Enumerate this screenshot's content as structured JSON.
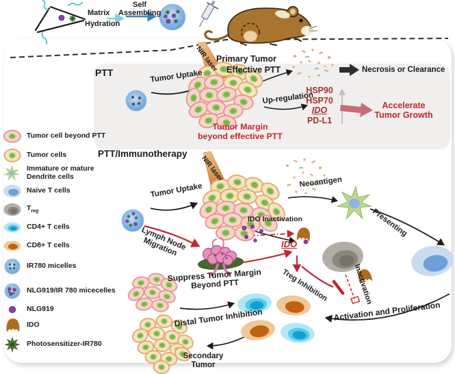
{
  "figure": {
    "type": "scientific-mechanism-diagram",
    "topic": "NLG919/IR780 micelle PTT and PTT/Immunotherapy"
  },
  "top": {
    "matrix": "Matrix",
    "hydration": "Hydration",
    "self": "Self",
    "assembling": "Assembling"
  },
  "ptt": {
    "title": "PTT",
    "tumor_uptake": "Tumor Uptake",
    "nir_laser": "NIR laser",
    "primary_tumor": "Primary Tumor",
    "effective_ptt": "Effective PTT",
    "necrosis": "Necrosis or Clearance",
    "up_regulation": "Up-regulation",
    "hsp90": "HSP90",
    "hsp70": "HSP70",
    "ido": "IDO",
    "pdl1": "PD-L1",
    "accelerate_1": "Accelerate",
    "accelerate_2": "Tumor Growth",
    "margin_1": "Tumor Margin",
    "margin_2": "beyond effective PTT"
  },
  "immuno": {
    "title": "PTT/Immunotherapy",
    "nir_laser": "NIR laser",
    "tumor_uptake": "Tumor Uptake",
    "neoantigen": "Neoantigen",
    "presenting": "Presenting",
    "ido_inactivation": "IDO Inactivation",
    "ido": "IDO",
    "lymph_1": "Lymph Node",
    "lymph_2": "Migration",
    "treg_inhibition": "Treg Inhibition",
    "inactivation": "Inactivation",
    "suppress_1": "Suppress Tumor Margin",
    "suppress_2": "Beyond PTT",
    "activation": "Activation and Proliferation",
    "distal": "Distal Tumor Inhibition",
    "secondary_1": "Secondary",
    "secondary_2": "Tumor"
  },
  "legend": {
    "items": [
      {
        "icon": "tumor-cell-beyond-ptt-icon",
        "label": "Tumor cell beyond PTT"
      },
      {
        "icon": "tumor-cell-icon",
        "label": "Tumor cells"
      },
      {
        "icon": "dendritic-cell-icon",
        "label": "Immature or mature Dendrite cells"
      },
      {
        "icon": "naive-t-cell-icon",
        "label": "Naive T cells"
      },
      {
        "icon": "treg-cell-icon",
        "label_main": "T",
        "label_sub": "reg"
      },
      {
        "icon": "cd4-t-cell-icon",
        "label": "CD4+ T cells"
      },
      {
        "icon": "cd8-t-cell-icon",
        "label": "CD8+ T cells"
      },
      {
        "icon": "ir780-micelle-icon",
        "label": "IR780 micelles"
      },
      {
        "icon": "nlg919-ir780-micelle-icon",
        "label": "NLG919/IR 780 micecelles"
      },
      {
        "icon": "nlg919-icon",
        "label": "NLG919"
      },
      {
        "icon": "ido-icon",
        "label": "IDO"
      },
      {
        "icon": "photosensitizer-icon",
        "label": "Photosensitizer-IR780"
      }
    ]
  },
  "colors": {
    "red_text": "#c2262c",
    "dark_red_markers": "#a33028",
    "laser_orange": "#dd9a55",
    "pink_arrow": "#c76b75",
    "micelle_blue": "#7fb2e0",
    "nucleus_green": "#7fb348",
    "nlg919_purple": "#8d3fa8",
    "ido_brown": "#b06c1d",
    "dendritic_green": "#bcd893"
  }
}
